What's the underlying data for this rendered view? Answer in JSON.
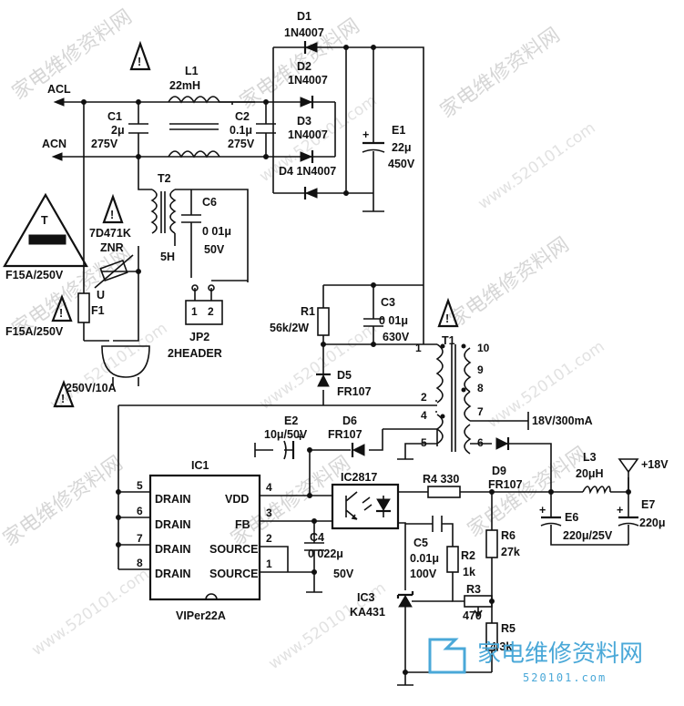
{
  "lines": {
    "acl": "ACL",
    "acn": "ACN"
  },
  "components": {
    "c1": [
      "C1",
      "2μ",
      "275V"
    ],
    "l1": [
      "L1",
      "22mH"
    ],
    "c2": [
      "C2",
      "0.1μ",
      "275V"
    ],
    "d1": [
      "D1",
      "1N4007"
    ],
    "d2": [
      "D2",
      "1N4007"
    ],
    "d3": [
      "D3",
      "1N4007"
    ],
    "d4": [
      "D4 1N4007"
    ],
    "e1": [
      "E1",
      "22μ",
      "450V"
    ],
    "t2": [
      "T2",
      "5H"
    ],
    "c6": [
      "C6",
      "0 01μ",
      "50V"
    ],
    "znr": [
      "7D471K",
      "ZNR"
    ],
    "u_mark": "U",
    "f_upper": "F15A/250V",
    "f1": [
      "F1"
    ],
    "f_lower": "F15A/250V",
    "jp2": [
      "JP2",
      "2HEADER"
    ],
    "jp2_pins": [
      "1",
      "2"
    ],
    "plug": "250V/10A",
    "r1": [
      "R1",
      "56k/2W"
    ],
    "c3": [
      "C3",
      "0 01μ",
      "630V"
    ],
    "d5": [
      "D5",
      "FR107"
    ],
    "t1": "T1",
    "t1_pins": [
      "1",
      "2",
      "4",
      "5",
      "10",
      "9",
      "8",
      "7",
      "6"
    ],
    "out1": "18V/300mA",
    "e2": [
      "E2",
      "10μ/50V"
    ],
    "d6": [
      "D6",
      "FR107"
    ],
    "d9": [
      "D9",
      "FR107"
    ],
    "l3": [
      "L3",
      "20μH"
    ],
    "out2": "+18V",
    "e6": [
      "E6",
      "220μ/25V"
    ],
    "e7": [
      "E7",
      "220μ"
    ],
    "ic1": {
      "name": "IC1",
      "part": "VIPer22A",
      "left_pins": [
        "5",
        "6",
        "7",
        "8"
      ],
      "left_labels": [
        "DRAIN",
        "DRAIN",
        "DRAIN",
        "DRAIN"
      ],
      "right_labels": [
        "VDD",
        "FB",
        "SOURCE",
        "SOURCE"
      ],
      "right_pins": [
        "4",
        "3",
        "2",
        "1"
      ]
    },
    "ic2817": "IC2817",
    "r4": "R4 330",
    "c4": [
      "C4",
      "0 022μ",
      "50V"
    ],
    "c5": [
      "C5",
      "0.01μ",
      "100V"
    ],
    "r2": [
      "R2",
      "1k"
    ],
    "r3": [
      "R3",
      "470"
    ],
    "r6": [
      "R6",
      "27k"
    ],
    "r5": [
      "R5",
      "4 3k"
    ],
    "ic3": [
      "IC3",
      "KA431"
    ]
  },
  "warning_mark": "!",
  "fuse_symbol_letter": "T",
  "watermark": {
    "cn": "家电维修资料网",
    "url": "www.520101.com",
    "brand": "家电维修资料网",
    "brand_url": "520101.com"
  },
  "colors": {
    "ink": "#111111",
    "watermark": "#d6d6d6",
    "brand": "#4aa8d8"
  }
}
